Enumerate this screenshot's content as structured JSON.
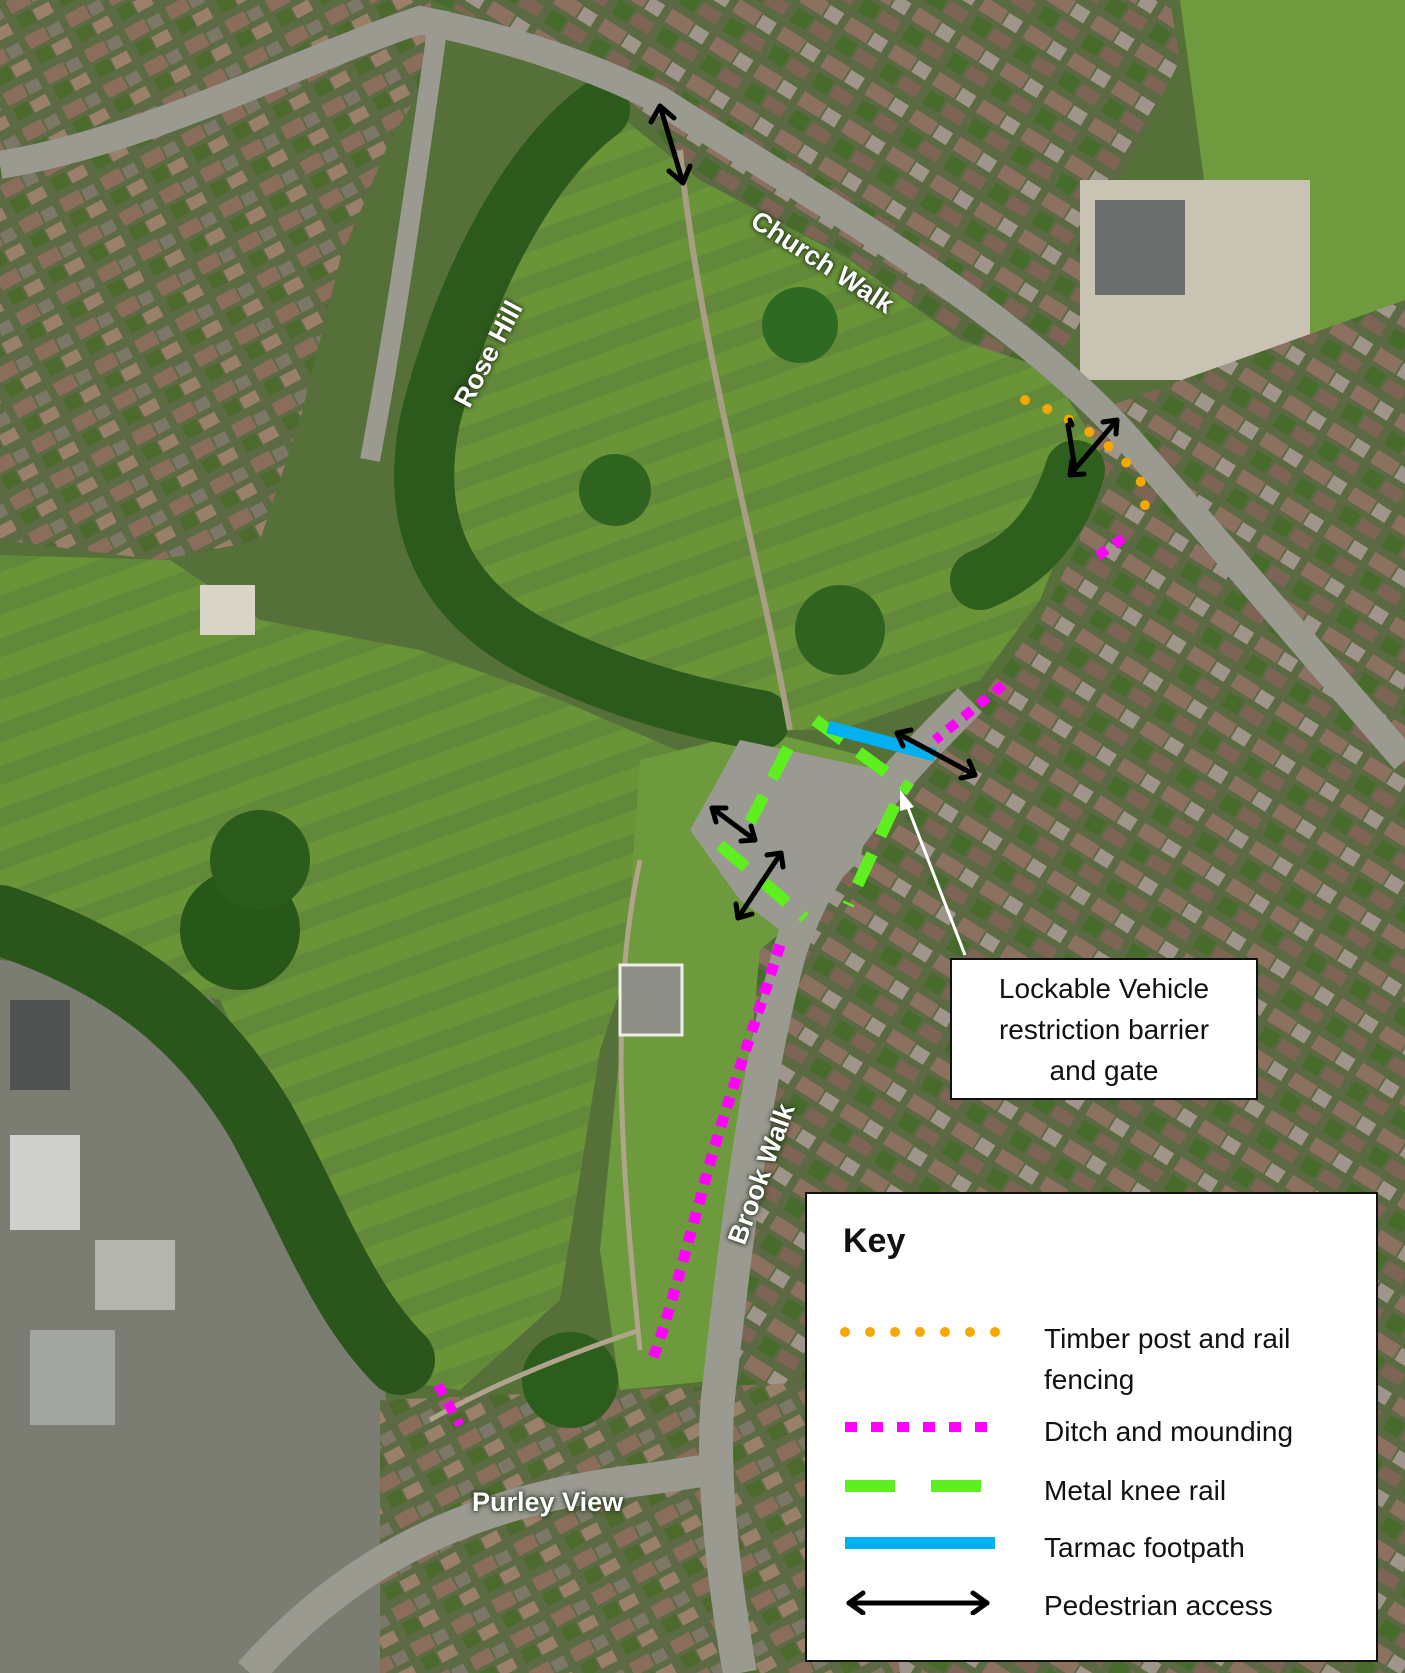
{
  "streets": {
    "church_walk": "Church Walk",
    "rose_hill": "Rose Hill",
    "brook_walk": "Brook Walk",
    "purley_view": "Purley View"
  },
  "callout": {
    "line1": "Lockable Vehicle",
    "line2": "restriction barrier",
    "line3": "and gate"
  },
  "key": {
    "title": "Key",
    "items": [
      {
        "label_line1": "Timber post and rail",
        "label_line2": "fencing",
        "color": "#f5a800",
        "style": "dotted"
      },
      {
        "label_line1": "Ditch and mounding",
        "color": "#ff00ff",
        "style": "dashed-short"
      },
      {
        "label_line1": "Metal knee rail",
        "color": "#5ef01e",
        "style": "dashed-long"
      },
      {
        "label_line1": "Tarmac footpath",
        "color": "#00b0f0",
        "style": "solid"
      },
      {
        "label_line1": "Pedestrian access",
        "color": "#000000",
        "style": "double-arrow"
      }
    ]
  },
  "colors": {
    "grass": "#5f8a32",
    "trees": "#2f5f1d",
    "road": "#9a9a92",
    "roof": "#8d6f5c"
  }
}
